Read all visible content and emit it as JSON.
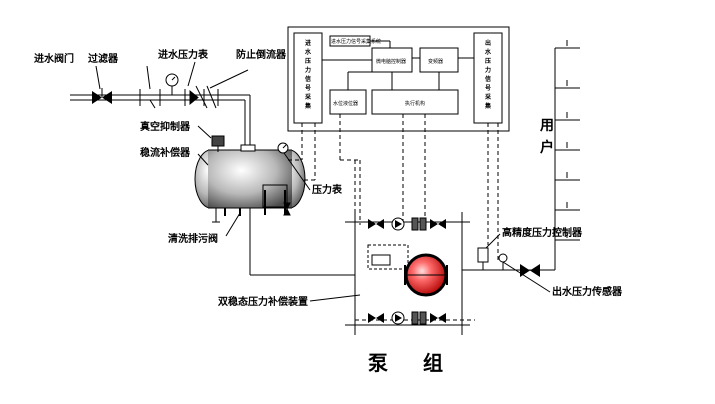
{
  "labels": {
    "inlet_valve": "进水阀门",
    "filter": "过滤器",
    "inlet_pressure_gauge": "进水压力表",
    "backflow_preventer": "防止倒流器",
    "vacuum_suppressor": "真空抑制器",
    "surge_compensator": "稳流补偿器",
    "pressure_gauge": "压力表",
    "drain_valve": "清洗排污阀",
    "dual_compensator": "双稳态压力补偿装置",
    "hp_controller": "高精度压力控制器",
    "outlet_sensor": "出水压力传感器",
    "pump_group": "泵 组",
    "user": "用户"
  },
  "control_panel": {
    "left_signal": "进水压力信号采集",
    "right_signal": "出水压力信号采集",
    "top_small": "进水压力信号采集系统",
    "microcontroller": "微电脑控制器",
    "vfd": "变频器",
    "level_sensor": "水位液位器",
    "actuator": "执行机构"
  }
}
